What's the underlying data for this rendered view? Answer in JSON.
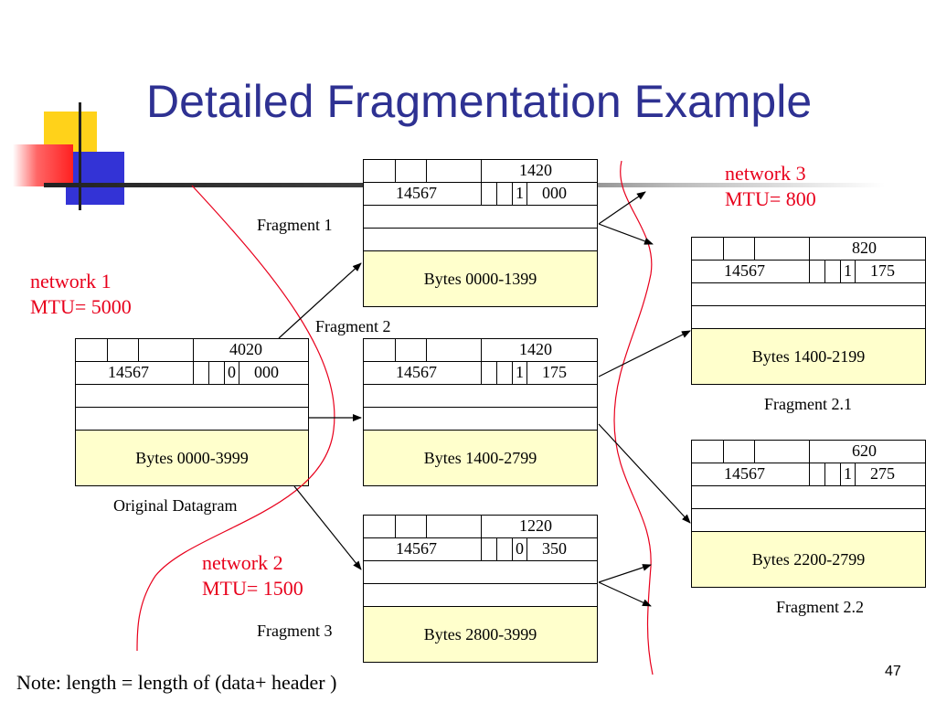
{
  "slide": {
    "title": "Detailed Fragmentation Example",
    "page_number": "47",
    "note": "Note: length = length of (data+ header )"
  },
  "networks": {
    "net1": {
      "name": "network 1",
      "mtu": "MTU= 5000"
    },
    "net2": {
      "name": "network 2",
      "mtu": "MTU= 1500"
    },
    "net3": {
      "name": "network 3",
      "mtu": "MTU= 800"
    }
  },
  "packets": {
    "original": {
      "label": "Original Datagram",
      "length": "4020",
      "id": "14567",
      "mf": "0",
      "offset": "000",
      "data": "Bytes 0000-3999"
    },
    "frag1": {
      "label": "Fragment 1",
      "length": "1420",
      "id": "14567",
      "mf": "1",
      "offset": "000",
      "data": "Bytes 0000-1399"
    },
    "frag2": {
      "label": "Fragment 2",
      "length": "1420",
      "id": "14567",
      "mf": "1",
      "offset": "175",
      "data": "Bytes 1400-2799"
    },
    "frag3": {
      "label": "Fragment 3",
      "length": "1220",
      "id": "14567",
      "mf": "0",
      "offset": "350",
      "data": "Bytes 2800-3999"
    },
    "frag21": {
      "label": "Fragment 2.1",
      "length": "820",
      "id": "14567",
      "mf": "1",
      "offset": "175",
      "data": "Bytes 1400-2199"
    },
    "frag22": {
      "label": "Fragment 2.2",
      "length": "620",
      "id": "14567",
      "mf": "1",
      "offset": "275",
      "data": "Bytes 2200-2799"
    }
  },
  "colors": {
    "title": "#2e3192",
    "network_text": "#e8001c",
    "boundary_line": "#e8001c",
    "data_fill": "#ffffcc",
    "deco_yellow": "#ffcc00",
    "deco_blue": "#3333cc",
    "deco_red": "#ff3333"
  }
}
